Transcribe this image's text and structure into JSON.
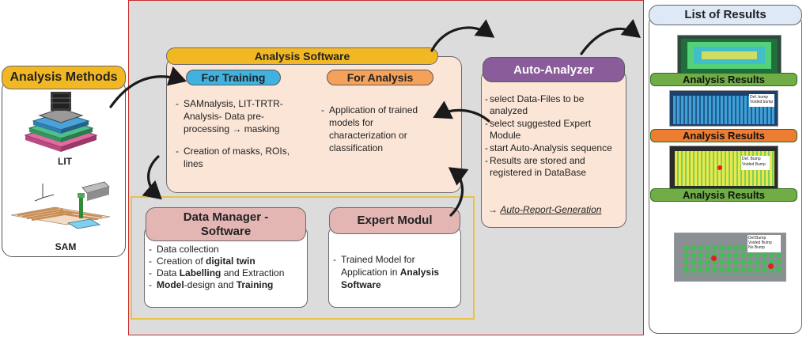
{
  "analysis_methods": {
    "title": "Analysis Methods",
    "lit_label": "LIT",
    "sam_label": "SAM"
  },
  "analysis_software": {
    "title": "Analysis Software",
    "training": {
      "title": "For Training",
      "items": [
        "SAMnalysis, LIT-TRTR-Analysis- Data pre-processing → masking",
        "Creation of masks, ROIs, lines"
      ]
    },
    "analysis": {
      "title": "For Analysis",
      "items": [
        "Application of trained models for characterization or classification"
      ]
    }
  },
  "data_manager": {
    "title_line1": "Data Manager -",
    "title_line2": "Software",
    "items": [
      {
        "pre": "Data collection",
        "bold": "",
        "mid": "",
        "bold2": ""
      },
      {
        "pre": "Creation of ",
        "bold": "digital twin",
        "mid": "",
        "bold2": ""
      },
      {
        "pre": "Data ",
        "bold": "Labelling",
        "mid": " and Extraction",
        "bold2": ""
      },
      {
        "pre": "",
        "bold": "Model",
        "mid": "-design and ",
        "bold2": "Training"
      }
    ]
  },
  "expert_modul": {
    "title": "Expert Modul",
    "text_pre": "Trained Model for Application in ",
    "text_bold": "Analysis Software"
  },
  "auto_analyzer": {
    "title": "Auto-Analyzer",
    "items": [
      "select Data-Files to be analyzed",
      "select suggested Expert Module",
      "start Auto-Analysis sequence",
      "Results are stored and registered in DataBase"
    ],
    "link_arrow": "→",
    "link_text": "Auto-Report-Generation"
  },
  "results": {
    "title": "List of Results",
    "labels": [
      "Analysis Results",
      "Analysis Results",
      "Analysis Results"
    ],
    "thumb2_legend": [
      "Def. bump",
      "Voided bump"
    ],
    "thumb3_legend": [
      "Def. Bump",
      "Voided Bump"
    ],
    "thumb4_legend": [
      "Def.Bump",
      "Voided Bump",
      "No Bump"
    ]
  },
  "colors": {
    "main_border": "#c8302c",
    "main_fill": "#dcdcdc",
    "analysis_software_fill": "#fbe5d6",
    "analysis_software_header": "#f2b824",
    "training_header": "#3fb2e0",
    "analysis_header": "#f4a15a",
    "dm_outline": "#e8c14a",
    "dm_header": "#e3b5b3",
    "auto_header": "#8a5c9a",
    "result_label_green": "#70ad47",
    "result_label_orange": "#ed7d31",
    "results_title_fill": "#dde9f6"
  }
}
